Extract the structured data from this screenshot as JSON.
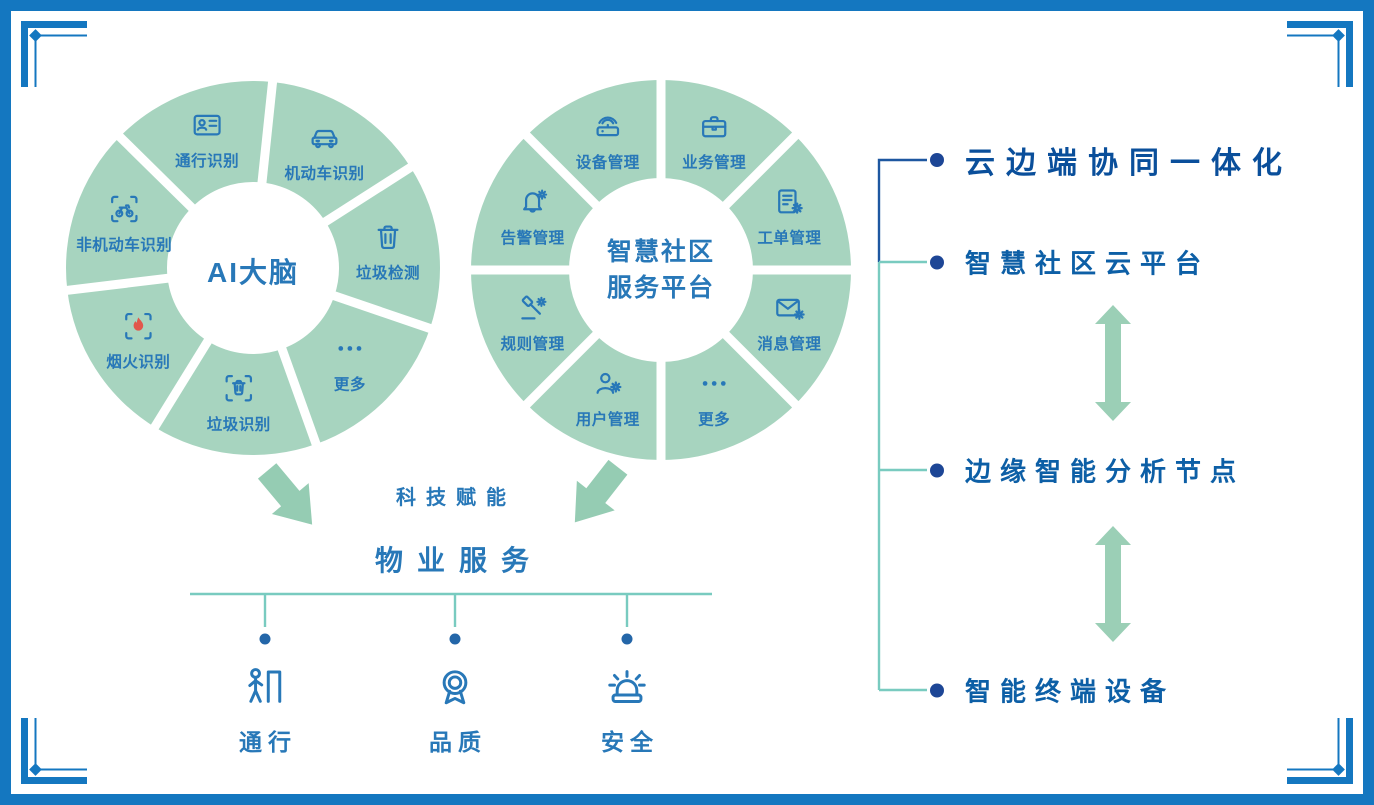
{
  "left_wheel": {
    "center_label": "AI大脑",
    "segments": [
      {
        "label": "机动车识别",
        "icon": "car-icon"
      },
      {
        "label": "垃圾检测",
        "icon": "trash-icon"
      },
      {
        "label": "更多",
        "icon": "more-dots-icon"
      },
      {
        "label": "垃圾识别",
        "icon": "trash-scan-icon"
      },
      {
        "label": "烟火识别",
        "icon": "fire-scan-icon"
      },
      {
        "label": "非机动车识别",
        "icon": "bicycle-scan-icon"
      },
      {
        "label": "通行识别",
        "icon": "id-card-icon"
      }
    ]
  },
  "right_wheel": {
    "center_label_lines": [
      "智慧社区",
      "服务平台"
    ],
    "segments": [
      {
        "label": "业务管理",
        "icon": "briefcase-icon"
      },
      {
        "label": "工单管理",
        "icon": "work-order-icon"
      },
      {
        "label": "消息管理",
        "icon": "message-icon"
      },
      {
        "label": "更多",
        "icon": "more-dots-icon"
      },
      {
        "label": "用户管理",
        "icon": "user-icon"
      },
      {
        "label": "规则管理",
        "icon": "rule-icon"
      },
      {
        "label": "告警管理",
        "icon": "alarm-bell-icon"
      },
      {
        "label": "设备管理",
        "icon": "device-icon"
      }
    ]
  },
  "flow": {
    "tech_enable_label": "科技赋能",
    "property_service_label": "物业服务",
    "branches": [
      {
        "label": "通行",
        "icon": "access-gate-icon"
      },
      {
        "label": "品质",
        "icon": "quality-medal-icon"
      },
      {
        "label": "安全",
        "icon": "safety-siren-icon"
      }
    ]
  },
  "architecture": {
    "items": [
      {
        "label": "云边端协同一体化",
        "emphasis": true
      },
      {
        "label": "智慧社区云平台",
        "emphasis": false
      },
      {
        "label": "边缘智能分析节点",
        "emphasis": false
      },
      {
        "label": "智能终端设备",
        "emphasis": false
      }
    ]
  },
  "colors": {
    "segment_green": "#a7d4bf",
    "icon_blue": "#2878b8",
    "text_blue": "#2878b8",
    "arrow_green": "#95ccb3",
    "teal_line": "#79cbc0",
    "navy_dot": "#1d4696",
    "frame_blue": "#1477c0",
    "flame_red": "#e2574c"
  }
}
